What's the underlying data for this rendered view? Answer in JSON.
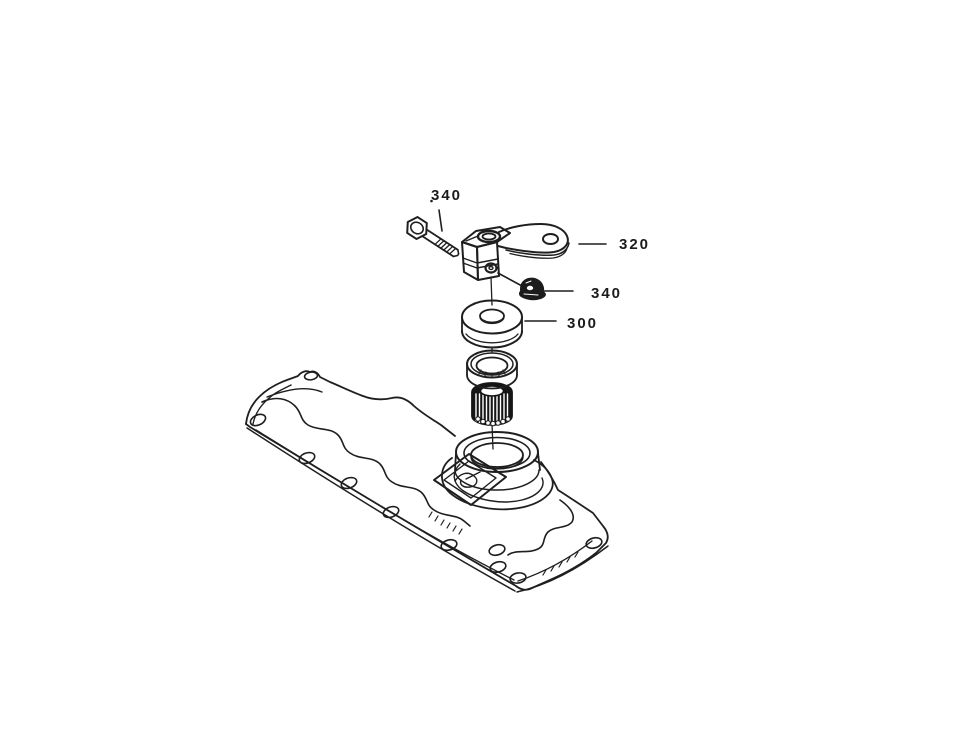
{
  "diagram": {
    "type": "exploded-parts-diagram",
    "background_color": "#ffffff",
    "line_color": "#1f1f1f",
    "callouts": [
      {
        "label": "340",
        "part": "hex-bolt"
      },
      {
        "label": "320",
        "part": "clamp-lever-arm"
      },
      {
        "label": "340",
        "part": "hex-flange-nut"
      },
      {
        "label": "300",
        "part": "washer-cap"
      }
    ],
    "unlabeled_parts": [
      {
        "part": "seal-ring"
      },
      {
        "part": "needle-bearing-cage"
      },
      {
        "part": "cover-plate"
      }
    ]
  }
}
